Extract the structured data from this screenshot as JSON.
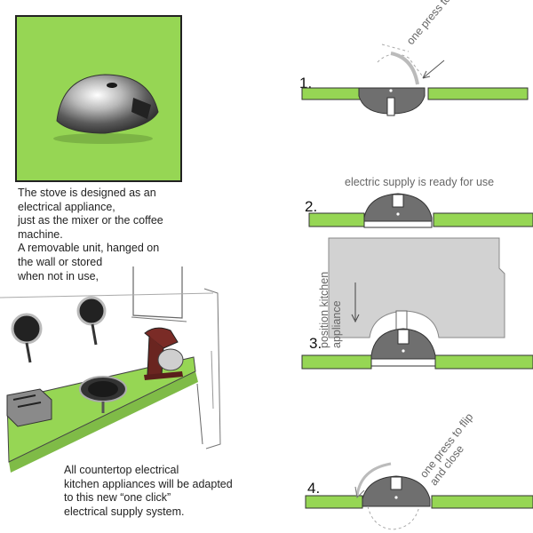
{
  "description": "The stove is designed as an\nelectrical appliance,\njust as the mixer or the coffee\nmachine.\nA removable unit, hanged on\nthe wall or stored\nwhen not in use,",
  "caption": "All countertop electrical\nkitchen appliances will be adapted\nto this new “one click”\nelectrical supply system.",
  "steps": [
    {
      "number": "1.",
      "note": "one press to open"
    },
    {
      "number": "2.",
      "note": "electric supply is ready for use"
    },
    {
      "number": "3.",
      "note": "position kitchen\nappliance"
    },
    {
      "number": "4.",
      "note": "one press to flip\nand close"
    }
  ],
  "colors": {
    "counter": "#96d654",
    "unit": "#6f6f6f",
    "outline": "#333333",
    "panel": "#d2d2d2"
  }
}
